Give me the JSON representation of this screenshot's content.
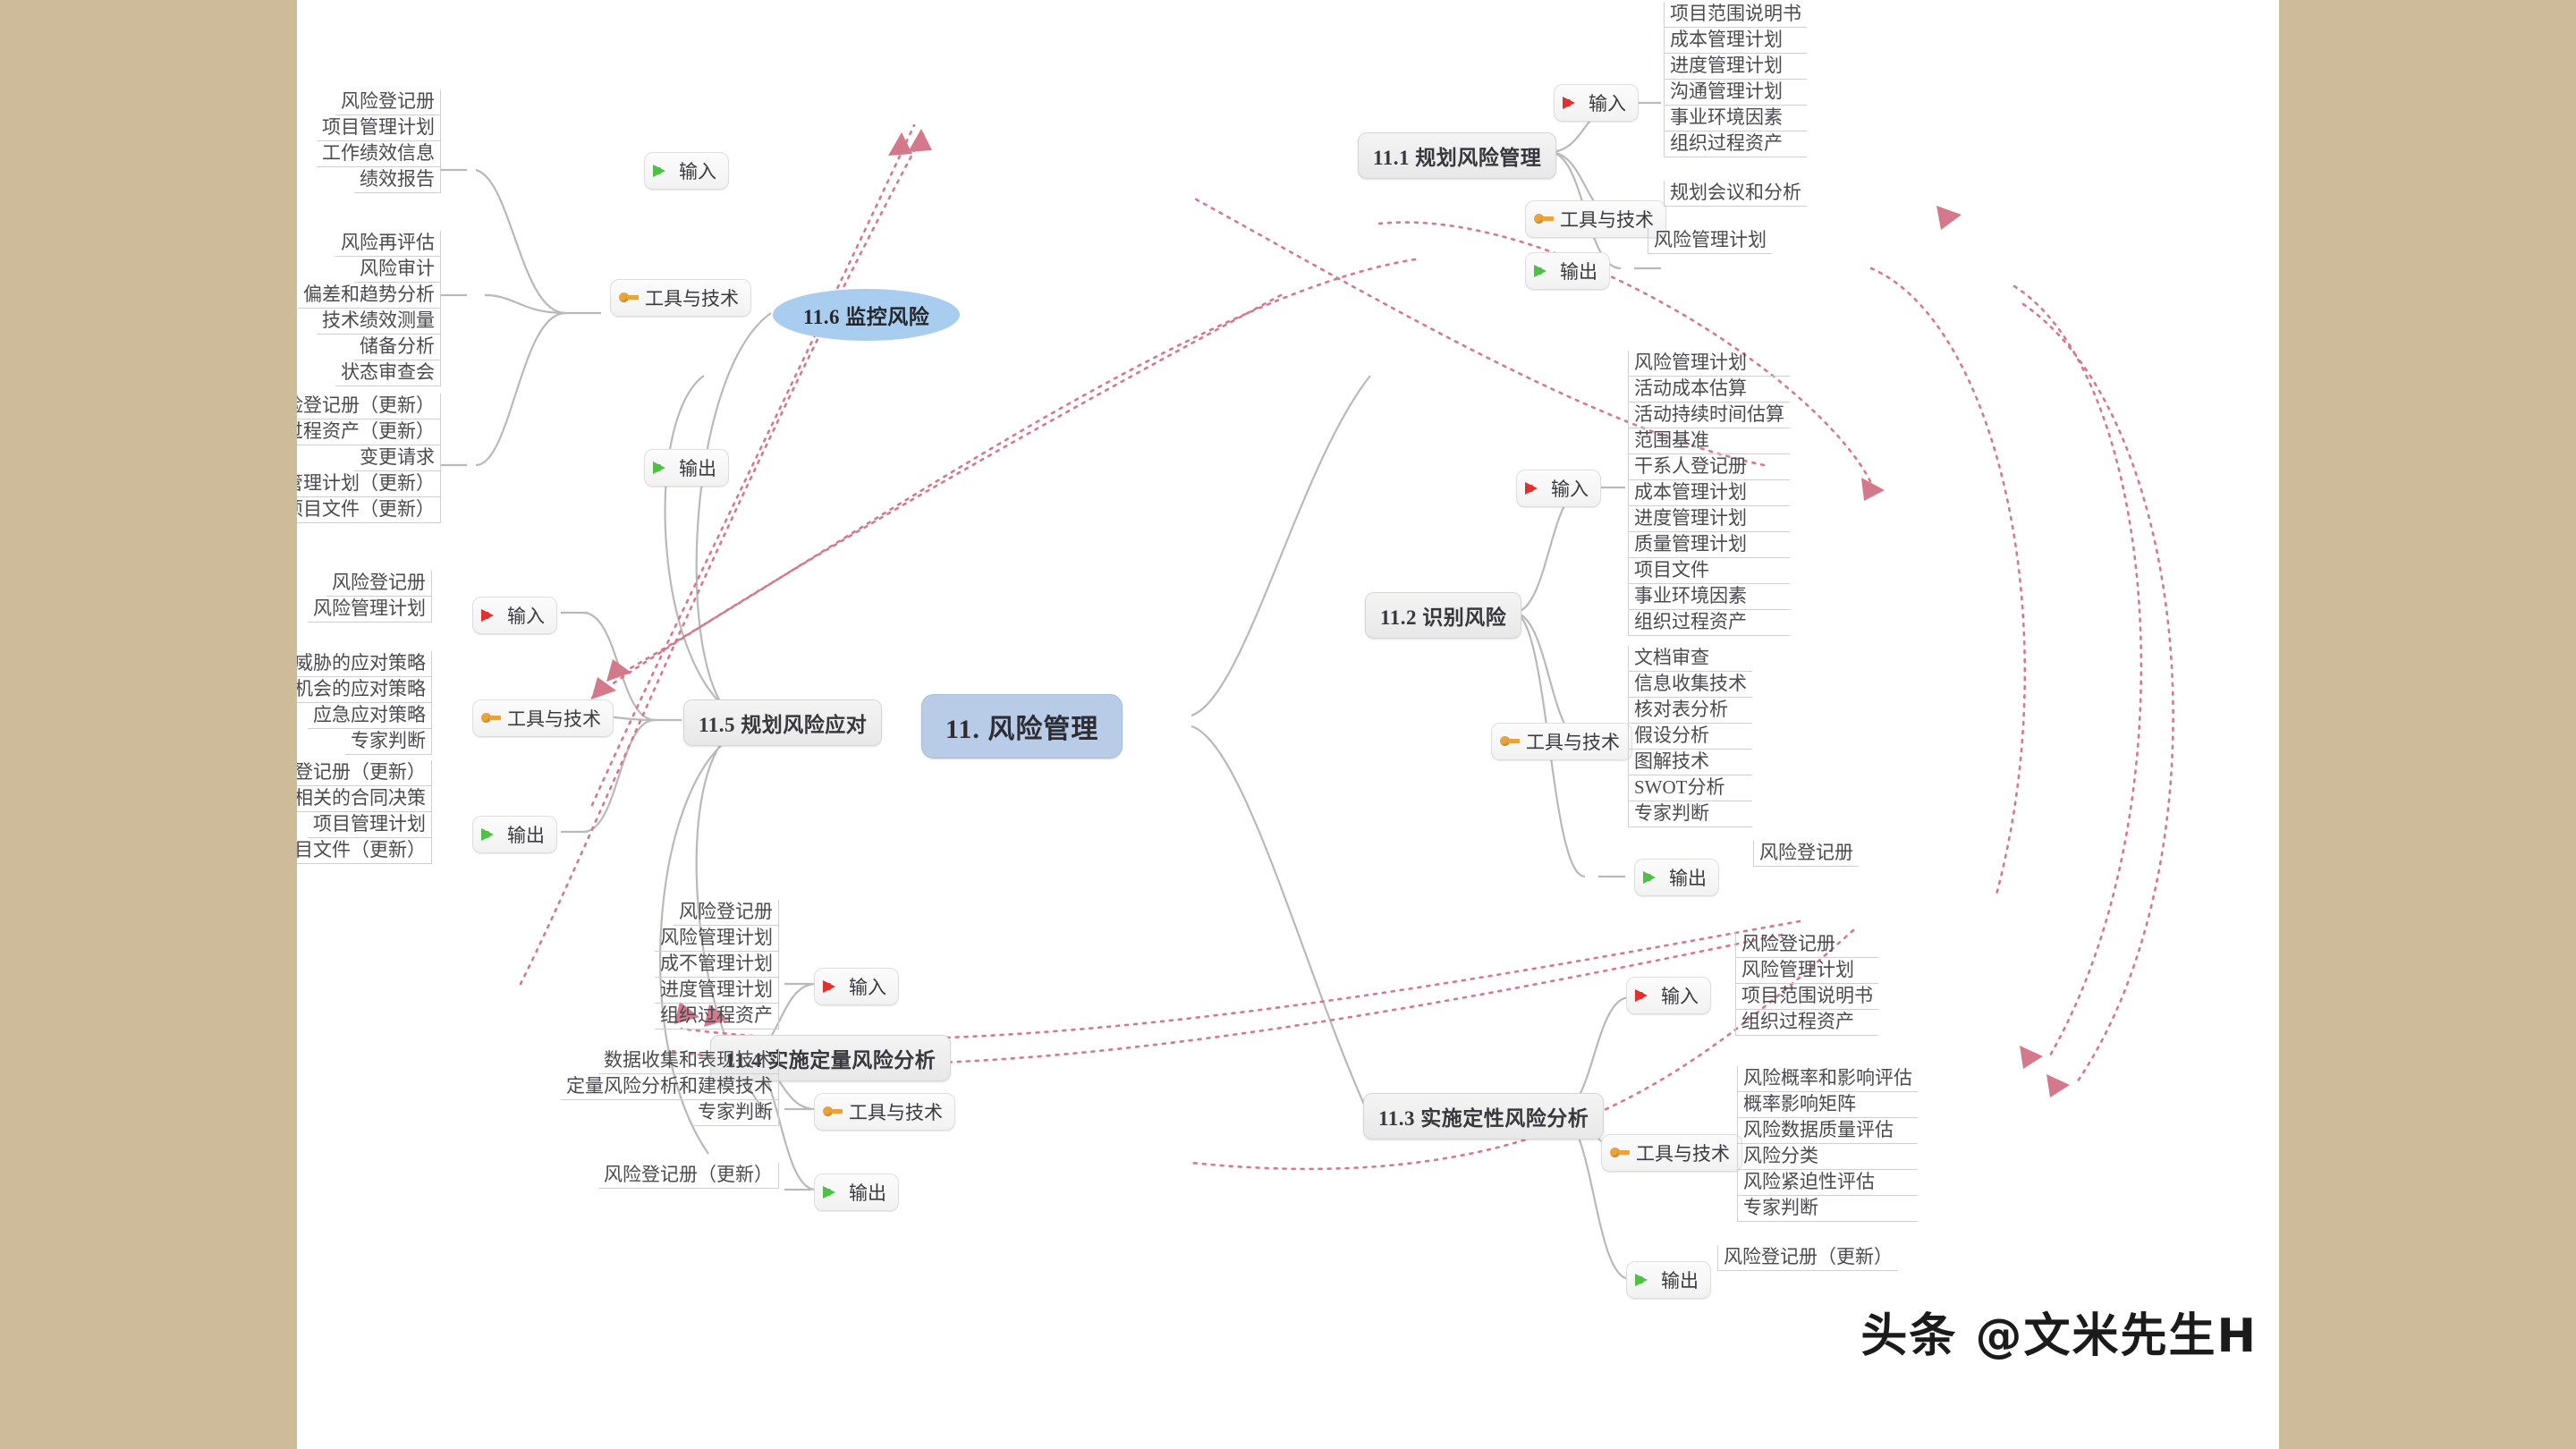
{
  "watermark": "头条 @文米先生H",
  "central": {
    "label": "11. 风险管理"
  },
  "icons": {
    "input": "red-arrow-icon",
    "input_green": "green-arrow-icon",
    "tools": "orange-key-icon",
    "output": "green-arrow-icon"
  },
  "category_labels": {
    "input": "输入",
    "tools": "工具与技术",
    "output": "输出"
  },
  "branches": [
    {
      "id": "11-1",
      "label": "11.1 规划风险管理",
      "categories": [
        {
          "key": "input",
          "label": "输入",
          "icon": "red-arrow-icon",
          "items": [
            "项目范围说明书",
            "成本管理计划",
            "进度管理计划",
            "沟通管理计划",
            "事业环境因素",
            "组织过程资产"
          ]
        },
        {
          "key": "tools",
          "label": "工具与技术",
          "icon": "orange-key-icon",
          "items": [
            "规划会议和分析"
          ]
        },
        {
          "key": "output",
          "label": "输出",
          "icon": "green-arrow-icon",
          "items": [
            "风险管理计划"
          ]
        }
      ]
    },
    {
      "id": "11-2",
      "label": "11.2 识别风险",
      "categories": [
        {
          "key": "input",
          "label": "输入",
          "icon": "red-arrow-icon",
          "items": [
            "风险管理计划",
            "活动成本估算",
            "活动持续时间估算",
            "范围基准",
            "干系人登记册",
            "成本管理计划",
            "进度管理计划",
            "质量管理计划",
            "项目文件",
            "事业环境因素",
            "组织过程资产"
          ]
        },
        {
          "key": "tools",
          "label": "工具与技术",
          "icon": "orange-key-icon",
          "items": [
            "文档审查",
            "信息收集技术",
            "核对表分析",
            "假设分析",
            "图解技术",
            "SWOT分析",
            "专家判断"
          ]
        },
        {
          "key": "output",
          "label": "输出",
          "icon": "green-arrow-icon",
          "items": [
            "风险登记册"
          ]
        }
      ]
    },
    {
      "id": "11-3",
      "label": "11.3 实施定性风险分析",
      "categories": [
        {
          "key": "input",
          "label": "输入",
          "icon": "red-arrow-icon",
          "items": [
            "风险登记册",
            "风险管理计划",
            "项目范围说明书",
            "组织过程资产"
          ]
        },
        {
          "key": "tools",
          "label": "工具与技术",
          "icon": "orange-key-icon",
          "items": [
            "风险概率和影响评估",
            "概率影响矩阵",
            "风险数据质量评估",
            "风险分类",
            "风险紧迫性评估",
            "专家判断"
          ]
        },
        {
          "key": "output",
          "label": "输出",
          "icon": "green-arrow-icon",
          "items": [
            "风险登记册（更新）"
          ]
        }
      ]
    },
    {
      "id": "11-4",
      "label": "11.4 实施定量风险分析",
      "categories": [
        {
          "key": "input",
          "label": "输入",
          "icon": "red-arrow-icon",
          "items": [
            "风险登记册",
            "风险管理计划",
            "成不管理计划",
            "进度管理计划",
            "组织过程资产"
          ]
        },
        {
          "key": "tools",
          "label": "工具与技术",
          "icon": "orange-key-icon",
          "items": [
            "数据收集和表现技术",
            "定量风险分析和建模技术",
            "专家判断"
          ]
        },
        {
          "key": "output",
          "label": "输出",
          "icon": "green-arrow-icon",
          "items": [
            "风险登记册（更新）"
          ]
        }
      ]
    },
    {
      "id": "11-5",
      "label": "11.5 规划风险应对",
      "categories": [
        {
          "key": "input",
          "label": "输入",
          "icon": "red-arrow-icon",
          "items": [
            "风险登记册",
            "风险管理计划"
          ]
        },
        {
          "key": "tools",
          "label": "工具与技术",
          "icon": "orange-key-icon",
          "items": [
            "消极风险或威胁的应对策略",
            "积极风险或机会的应对策略",
            "应急应对策略",
            "专家判断"
          ]
        },
        {
          "key": "output",
          "label": "输出",
          "icon": "green-arrow-icon",
          "items": [
            "风险登记册（更新）",
            "与风险相关的合同决策",
            "项目管理计划",
            "项目文件（更新）"
          ]
        }
      ]
    },
    {
      "id": "11-6",
      "label": "11.6 监控风险",
      "shape": "oval",
      "categories": [
        {
          "key": "input",
          "label": "输入",
          "icon": "green-arrow-icon",
          "items": [
            "风险登记册",
            "项目管理计划",
            "工作绩效信息",
            "绩效报告"
          ]
        },
        {
          "key": "tools",
          "label": "工具与技术",
          "icon": "orange-key-icon",
          "items": [
            "风险再评估",
            "风险审计",
            "偏差和趋势分析",
            "技术绩效测量",
            "储备分析",
            "状态审查会"
          ]
        },
        {
          "key": "output",
          "label": "输出",
          "icon": "green-arrow-icon",
          "items": [
            "风险登记册（更新）",
            "组织过程资产（更新）",
            "变更请求",
            "项目管理计划（更新）",
            "项目文件（更新）"
          ]
        }
      ]
    }
  ],
  "colors": {
    "central_fill": "#b8cce8",
    "branch_fill": "#efefef",
    "oval_fill": "#a9cdee",
    "relation_line": "#d4798c",
    "connector_line": "#b9b9b9",
    "page_bg": "#cdbb9a",
    "canvas_bg": "#ffffff"
  }
}
